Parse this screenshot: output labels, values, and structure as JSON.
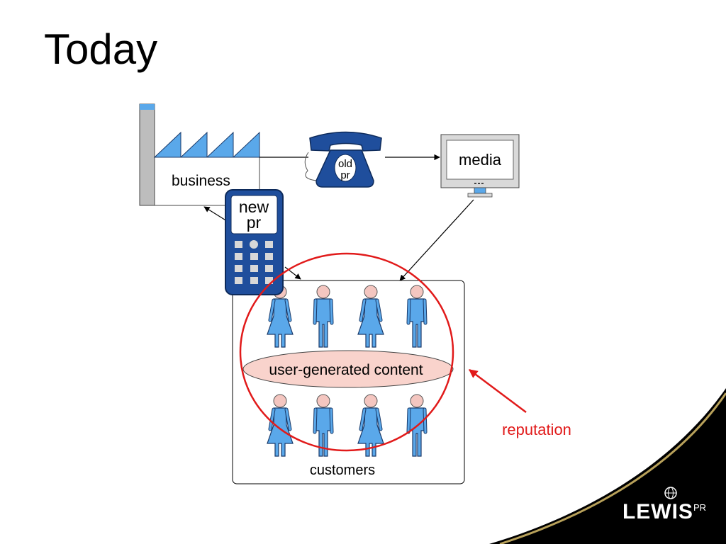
{
  "title": "Today",
  "nodes": {
    "business": "business",
    "old_pr": [
      "old",
      "pr"
    ],
    "media": "media",
    "new_pr": [
      "new",
      "pr"
    ],
    "ugc": "user-generated content",
    "customers": "customers",
    "reputation": "reputation"
  },
  "logo": {
    "name": "LEWIS",
    "suffix": "PR"
  },
  "colors": {
    "person_blue": "#5aa8ea",
    "person_head": "#f4c6c0",
    "phone_blue": "#1f4e9c",
    "reputation_red": "#e11a1a",
    "ugc_fill": "#f9d3cc",
    "corner_black": "#000000",
    "corner_gold": "#b8a15a"
  },
  "icons": [
    "factory-icon",
    "telephone-icon",
    "monitor-icon",
    "mobile-phone-icon",
    "female-person-icon",
    "male-person-icon",
    "globe-icon"
  ]
}
